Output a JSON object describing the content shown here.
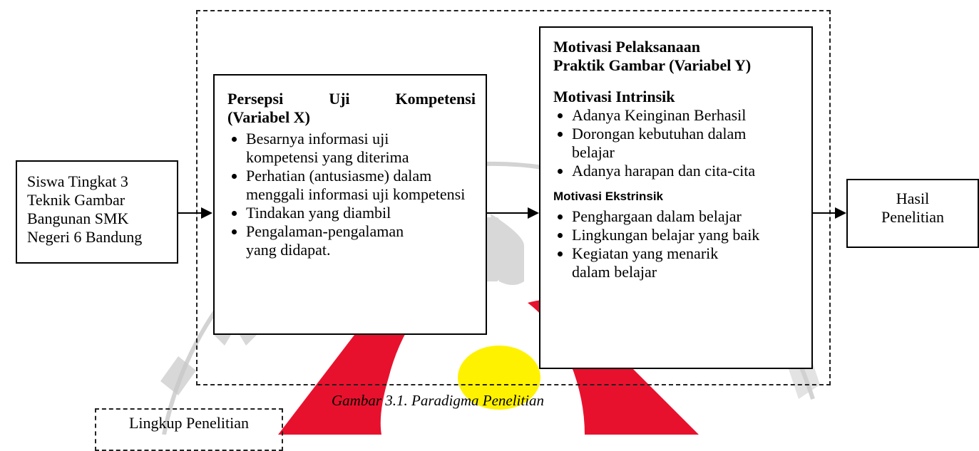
{
  "diagram": {
    "input_box": {
      "lines": [
        "Siswa Tingkat 3",
        "Teknik Gambar",
        "Bangunan SMK",
        "Negeri 6 Bandung"
      ]
    },
    "variable_x": {
      "heading_words": [
        "Persepsi",
        "Uji",
        "Kompetensi"
      ],
      "heading_line2": "(Variabel X)",
      "items": [
        "Besarnya informasi uji kompetensi yang diterima",
        "Perhatian (antusiasme) dalam menggali informasi uji kompetensi",
        "Tindakan yang diambil",
        "Pengalaman-pengalaman yang didapat."
      ]
    },
    "variable_y": {
      "title_line1": "Motivasi Pelaksanaan",
      "title_line2": "Praktik Gambar (Variabel Y)",
      "intrinsic_heading": "Motivasi Intrinsik",
      "intrinsic_items": [
        "Adanya Keinginan Berhasil",
        "Dorongan kebutuhan dalam belajar",
        "Adanya harapan dan cita-cita"
      ],
      "extrinsic_heading": "Motivasi Ekstrinsik",
      "extrinsic_items": [
        "Penghargaan dalam belajar",
        "Lingkungan belajar yang baik",
        "Kegiatan yang menarik dalam belajar"
      ]
    },
    "output_box": {
      "lines": [
        "Hasil",
        "Penelitian"
      ]
    },
    "caption": "Gambar 3.1. Paradigma Penelitian",
    "legend_label": "Lingkup Penelitian"
  },
  "colors": {
    "line": "#000000",
    "watermark_red": "#e8112d",
    "watermark_yellow": "#fff200",
    "watermark_gray": "#bdbdbd"
  }
}
